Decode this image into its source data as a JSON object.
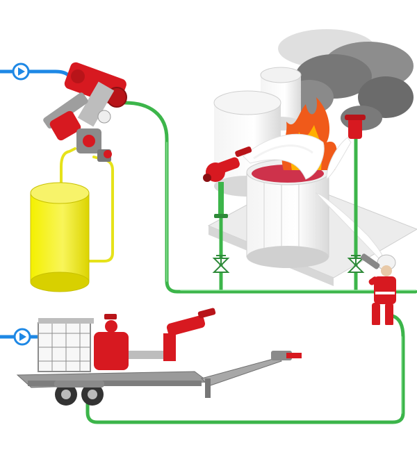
{
  "diagram": {
    "colors": {
      "water_pipe": "#1e88e5",
      "foam_pipe": "#3cb54a",
      "concentrate_pipe": "#e6e21a",
      "equipment_red": "#d71920",
      "tank_gray": "#e4e4e4",
      "smoke": "#6e6e6e",
      "flame": "#f05a1a"
    },
    "components": [
      {
        "id": "water-inlet-top",
        "icon": "pump-icon"
      },
      {
        "id": "water-inlet-bottom",
        "icon": "pump-icon"
      },
      {
        "id": "proportioner-unit",
        "icon": "valve-assembly-icon"
      },
      {
        "id": "foam-concentrate-tank",
        "icon": "cylinder-tank-icon"
      },
      {
        "id": "storage-tanks",
        "icon": "storage-tank-icon"
      },
      {
        "id": "burning-tank",
        "icon": "flame-icon"
      },
      {
        "id": "fixed-monitor",
        "icon": "monitor-nozzle-icon"
      },
      {
        "id": "foam-pourer",
        "icon": "foam-chamber-icon"
      },
      {
        "id": "valve-left",
        "icon": "gate-valve-icon"
      },
      {
        "id": "valve-right",
        "icon": "gate-valve-icon"
      },
      {
        "id": "firefighter",
        "icon": "firefighter-icon"
      },
      {
        "id": "mobile-trailer",
        "icon": "trailer-icon"
      }
    ]
  }
}
